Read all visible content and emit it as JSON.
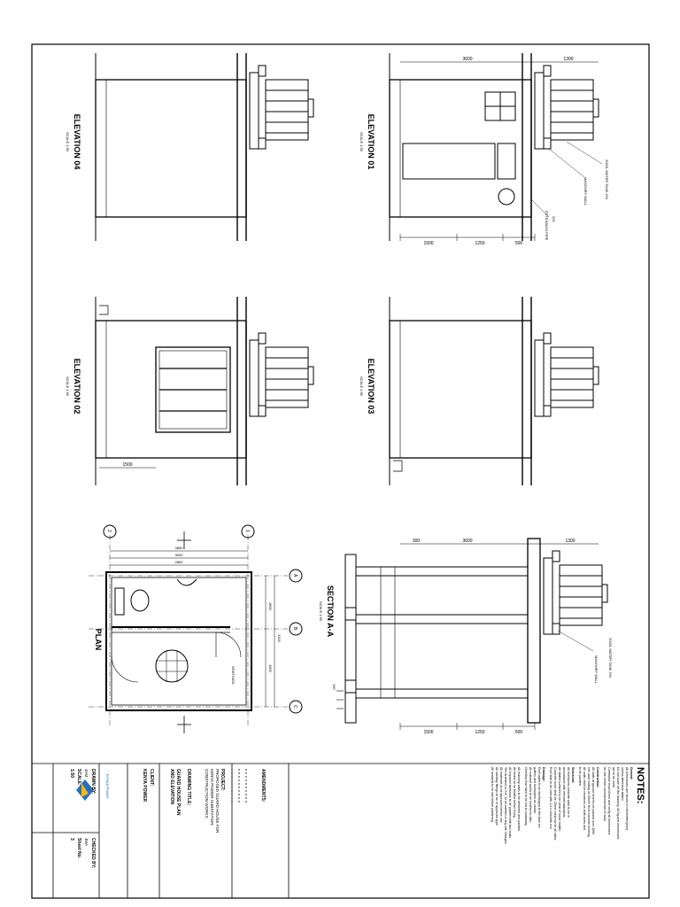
{
  "labels": {
    "elevation_04": "ELEVATION 04",
    "elevation_01": "ELEVATION 01",
    "elevation_02": "ELEVATION 02",
    "elevation_03": "ELEVATION 03",
    "plan": "PLAN",
    "section_aa": "SECTION A-A",
    "scale": "SCALE 1:50",
    "masonry_wall": "MASONRY WALL",
    "extension_pipe": "EXTENSION PIPE",
    "water_tank": "2000L WATER TANK ON",
    "gratings": "GRATINGS"
  },
  "dimensions": {
    "roof_main": "3600",
    "roof_tank": "1300",
    "bottom_1": "1500",
    "bottom_2": "1250",
    "bottom_3": "500",
    "elev02_width": "1500",
    "plan_overall": "3800",
    "plan_inner_1": "3000",
    "plan_inner_2": "2800",
    "plan_side_1": "1800",
    "plan_side_2": "1500",
    "plan_total_side": "3100",
    "section_top_left": "300",
    "section_top_mid": "3600",
    "section_top_right": "1300",
    "section_bot_1": "1500",
    "section_bot_2": "1250",
    "section_bot_3": "500",
    "small_150": "150",
    "small_200": "200"
  },
  "grid": {
    "col_1": "1",
    "col_2": "2",
    "row_a": "A",
    "row_b": "B",
    "row_c": "C"
  },
  "notes": {
    "title": "NOTES:",
    "general_h": "General:",
    "general_1": "All dimensions are shown in millimetres(mm)",
    "general_2": "unless otherwise stated.",
    "general_3": "Do not scale off the drawing. All figured dimensions",
    "general_4": "are to be used.",
    "general_5": "Contractor must check and verify all dimensions",
    "general_6": "on site before commencement of work.",
    "construction_h": "Construction:",
    "construction_1": "All walls at ground level to be passed over 1000",
    "construction_2": "mm wide footing on 50mm thick concrete blinding.",
    "construction_3": "All walls shall be rendered on both sides and",
    "construction_4": "to be painted.",
    "structural_h": "Structural:",
    "structural_1": "All reinforced concrete work to be in",
    "structural_2": "accordance with relevant standards.",
    "structural_3": "All stated surfaces to be clear of loose matter.",
    "structural_4": "Concrete cover shall be 25mm minimum to all slabs.",
    "structural_5": "Roof slab to be cast with 1:2:4 concrete mix.",
    "drainage_h": "Drainage:",
    "drainage_1": "Roof water to be discharged to the tank via",
    "drainage_2": "gutters and downpipes as shown.",
    "drainage_3": "All external works to be finished to falls.",
    "drainage_4": "Overflow from tank to be led to soakaway.",
    "finish_1": "All masonry walls to be rendered and painted.",
    "finish_2": "All timber to be treated before fixing.",
    "finish_3": "All exposed steelwork to be painted with two coats.",
    "finish_4": "The Architect or S.E. to be notified of any site changes.",
    "finish_5": "All materials to be approved before use.",
    "finish_6": "All sanitary fittings to be of approved type.",
    "finish_7": "All sealants to be laid before plastering.",
    "amendments": "AMENDMENTS:"
  },
  "title_block": {
    "project_label": "PROJECT:",
    "project_1": "PROPOSED GUARD HOUSE FOR",
    "project_2": "KENYA POWER SUBSTATION",
    "project_3": "CONSTRUCTION WORKS",
    "drawing_title_label": "DRAWING TITLE:",
    "drawing_title_1": "GUARD HOUSE PLAN",
    "drawing_title_2": "AND ELEVATION",
    "client_label": "CLIENT:",
    "client_name": "KENYA POWER",
    "logo_text": "Kenya Power",
    "drawn_by_label": "DRAWN BY:",
    "checked_by_label": "CHECKED BY:",
    "drawn_by": "JAM",
    "checked_by": "JMA",
    "scale_label": "SCALE:",
    "scale": "1:50",
    "sheet_label": "Sheet No.",
    "sheet": "3"
  }
}
